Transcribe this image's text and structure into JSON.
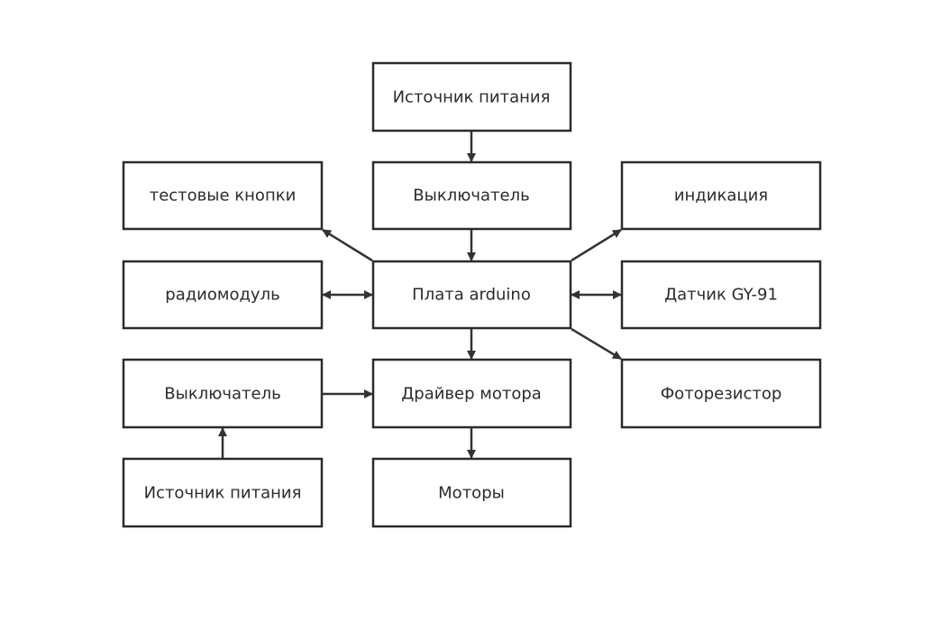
{
  "diagram": {
    "nodes": {
      "power_top": "Источник питания",
      "switch_top": "Выключатель",
      "test_buttons": "тестовые кнопки",
      "indication": "индикация",
      "radio": "радиомодуль",
      "arduino": "Плата arduino",
      "sensor": "Датчик GY-91",
      "switch_left": "Выключатель",
      "motor_driver": "Драйвер мотора",
      "photoresistor": "Фоторезистор",
      "power_left": "Источник питания",
      "motors": "Моторы"
    },
    "edges": [
      {
        "from": "power_top",
        "to": "switch_top"
      },
      {
        "from": "switch_top",
        "to": "arduino"
      },
      {
        "from": "arduino",
        "to": "test_buttons"
      },
      {
        "from": "arduino",
        "to": "indication"
      },
      {
        "from": "arduino",
        "to": "radio",
        "bidirectional": true
      },
      {
        "from": "arduino",
        "to": "sensor",
        "bidirectional": true
      },
      {
        "from": "arduino",
        "to": "photoresistor"
      },
      {
        "from": "arduino",
        "to": "motor_driver"
      },
      {
        "from": "switch_left",
        "to": "motor_driver"
      },
      {
        "from": "power_left",
        "to": "switch_left"
      },
      {
        "from": "motor_driver",
        "to": "motors"
      }
    ]
  }
}
